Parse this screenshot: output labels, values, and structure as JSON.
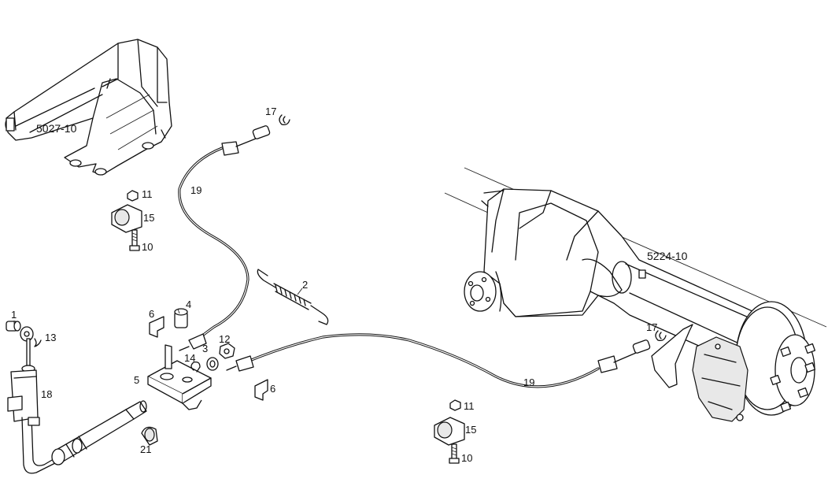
{
  "callouts": {
    "frame_ref": "5027-10",
    "axle_ref": "5224-10",
    "p1": "1",
    "p2": "2",
    "p4": "4",
    "p3": "3",
    "p5": "5",
    "p6a": "6",
    "p6b": "6",
    "p10a": "10",
    "p10b": "10",
    "p11a": "11",
    "p11b": "11",
    "p12": "12",
    "p13": "13",
    "p14": "14",
    "p15a": "15",
    "p15b": "15",
    "p17a": "17",
    "p17b": "17",
    "p18": "18",
    "p19a": "19",
    "p19b": "19",
    "p21": "21"
  }
}
